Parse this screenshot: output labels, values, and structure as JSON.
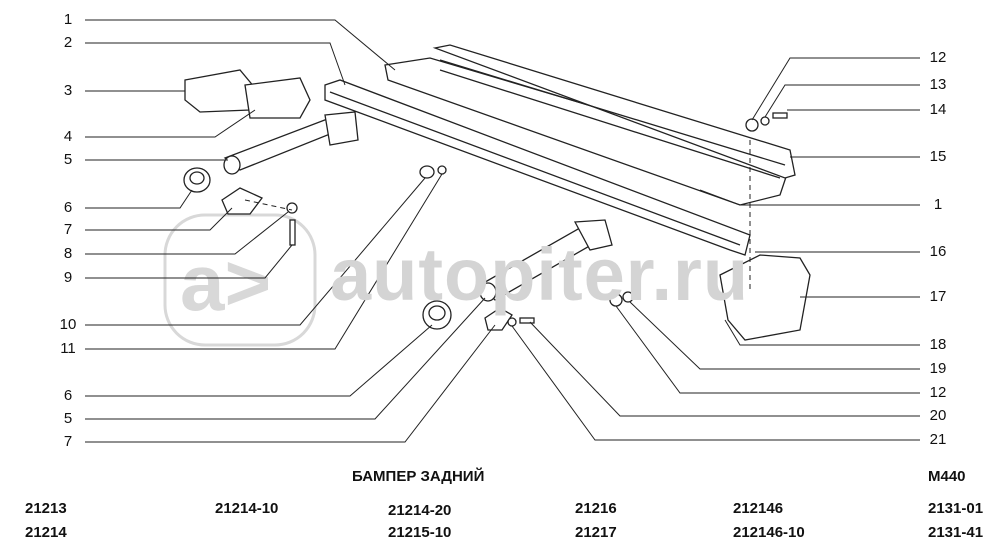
{
  "diagram": {
    "title": "БАМПЕР ЗАДНИЙ",
    "code": "M440",
    "watermark": "autopiter.ru",
    "left_callouts": [
      "1",
      "2",
      "3",
      "4",
      "5",
      "6",
      "7",
      "8",
      "9",
      "10",
      "11",
      "6",
      "5",
      "7"
    ],
    "right_callouts": [
      "12",
      "13",
      "14",
      "15",
      "1",
      "16",
      "17",
      "18",
      "19",
      "12",
      "20",
      "21"
    ]
  },
  "models": [
    [
      "21213",
      "21214"
    ],
    [
      "21214-10"
    ],
    [
      "21214-20",
      "21215-10"
    ],
    [
      "21216",
      "21217"
    ],
    [
      "212146",
      "212146-10"
    ],
    [
      "2131-01",
      "2131-41"
    ]
  ]
}
